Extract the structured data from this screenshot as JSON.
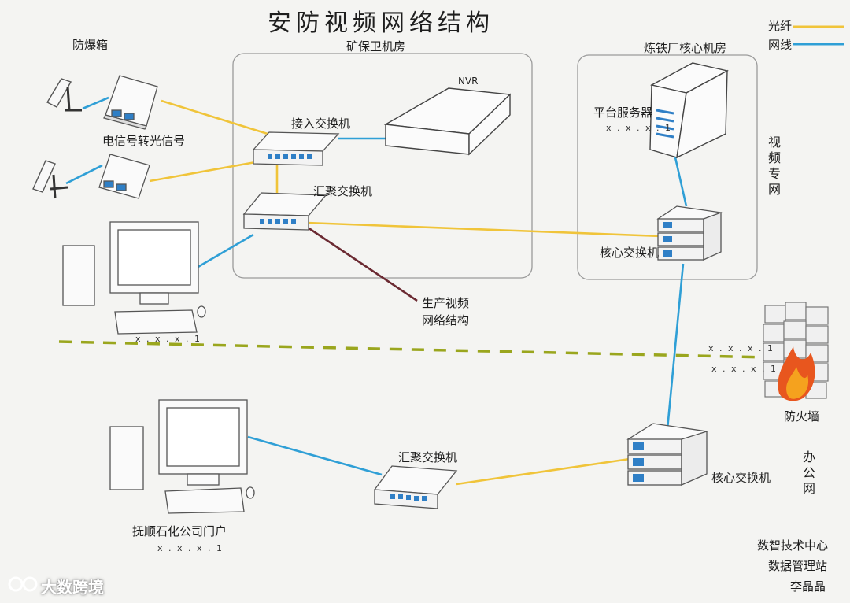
{
  "title": "安防视频网络结构",
  "legend": [
    {
      "label": "光纤",
      "color": "#f0c43a"
    },
    {
      "label": "网线",
      "color": "#2f9fd6"
    }
  ],
  "rooms": {
    "left": "矿保卫机房",
    "right": "炼铁厂核心机房"
  },
  "labels": {
    "explosion_box": "防爆箱",
    "converter": "电信号转光信号",
    "access_switch": "接入交换机",
    "nvr": "NVR",
    "agg_switch_top": "汇聚交换机",
    "platform_server": "平台服务器",
    "server_ip": "x . x . x . 1",
    "core_switch_top": "核心交换机",
    "video_net": "视频专网",
    "prod_video": "生产视频网络结构",
    "ip_top_left": "x . x . x . 1",
    "ip_firewall_1": "x . x . x . 1",
    "ip_firewall_2": "x . x . x . 1",
    "firewall": "防火墙",
    "agg_switch_bottom": "汇聚交换机",
    "core_switch_bottom": "核心交换机",
    "office_net": "办公网",
    "portal": "抚顺石化公司门户",
    "ip_portal": "x . x . x . 1",
    "credit_line1": "数智技术中心",
    "credit_line2": "数据管理站",
    "credit_line3": "李晶晶"
  },
  "watermark": "大数跨境"
}
